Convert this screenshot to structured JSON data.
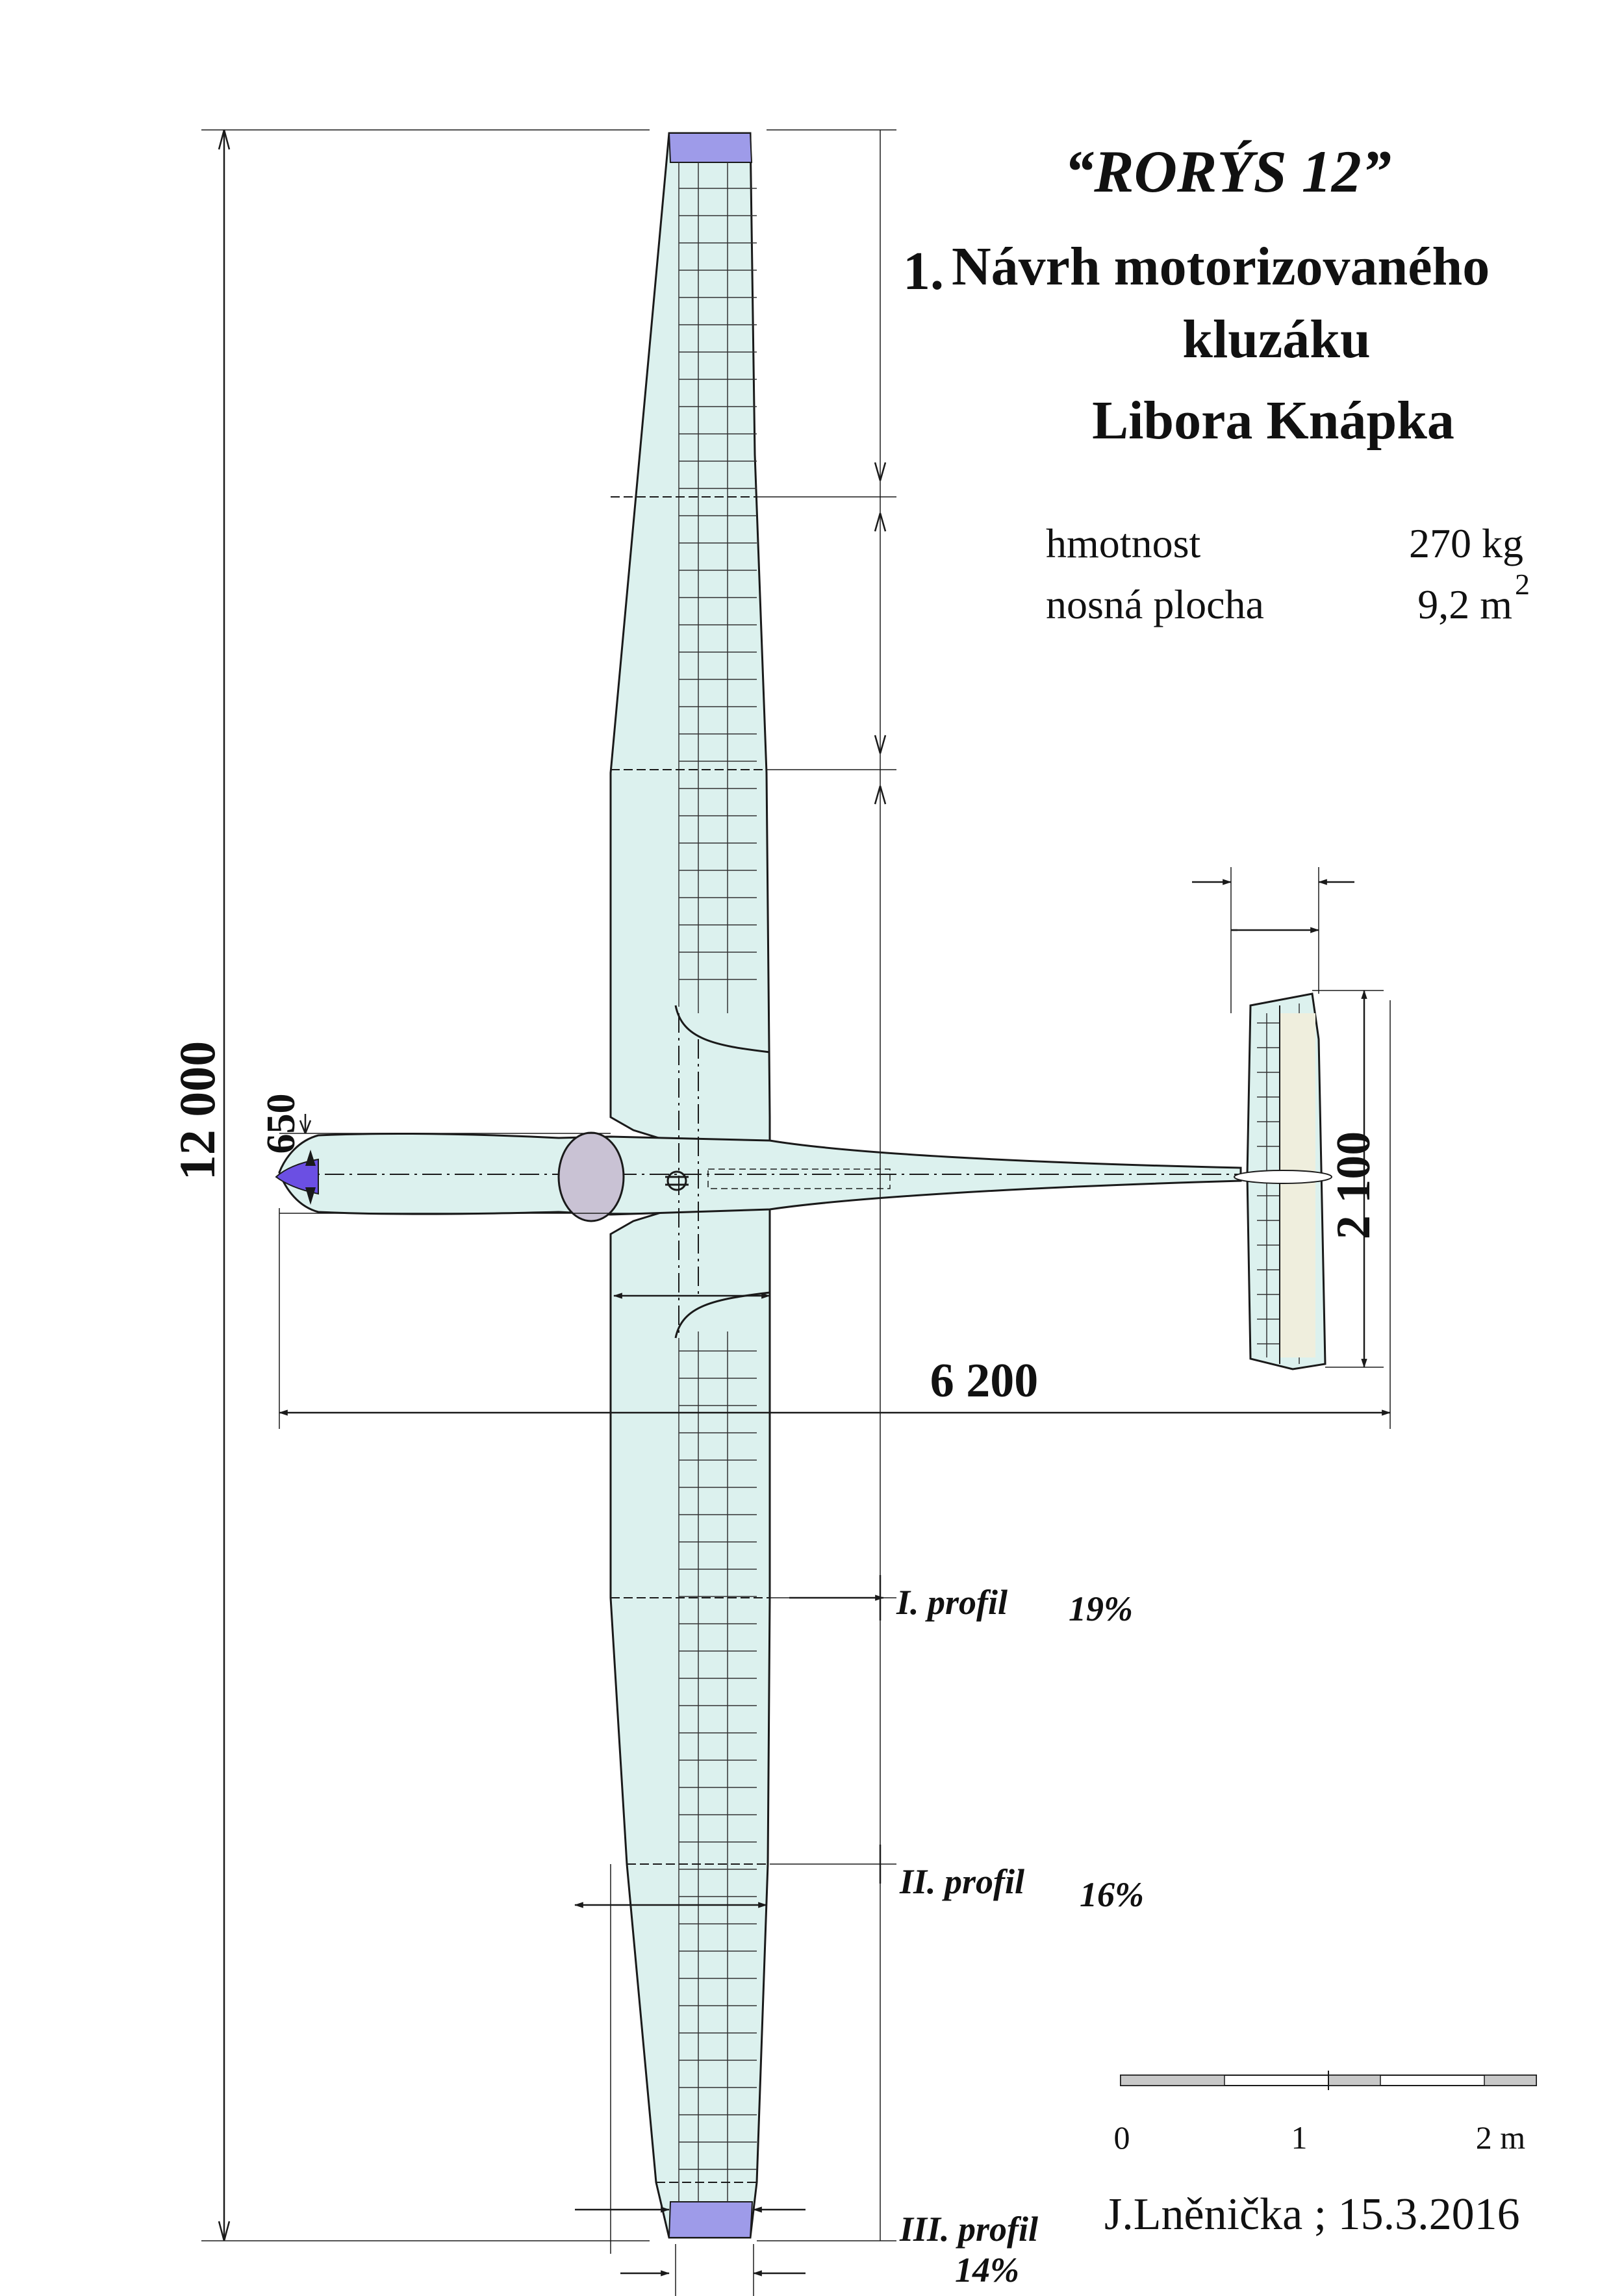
{
  "title": {
    "name": "“RORÝS 12”",
    "number": "1.",
    "line1": "Návrh motorizovaného",
    "line2": "kluzáku",
    "line3": "Libora Knápka"
  },
  "specs": [
    {
      "label": "hmotnost",
      "value": "270 kg"
    },
    {
      "label": "nosná plocha",
      "value": "9,2 m",
      "sup": "2"
    }
  ],
  "dimensions": {
    "wingspan": "12 000",
    "fuselage_width": "650",
    "length": "6 200",
    "tail_span": "2 100"
  },
  "profiles": [
    {
      "label": "I. profil",
      "thickness": "19%"
    },
    {
      "label": "II. profil",
      "thickness": "16%"
    },
    {
      "label": "III. profil",
      "thickness": "14%"
    }
  ],
  "scale_bar": {
    "ticks": [
      "0",
      "1",
      "2 m"
    ]
  },
  "signature": "J.Lněnička ; 15.3.2016",
  "colors": {
    "airframe_fill": "#dcf1ee",
    "wingtip_fill": "#9e9be9",
    "canopy_fill": "#c9c2d4",
    "spinner_fill": "#6b4fe3",
    "ink": "#1a1a1a"
  }
}
